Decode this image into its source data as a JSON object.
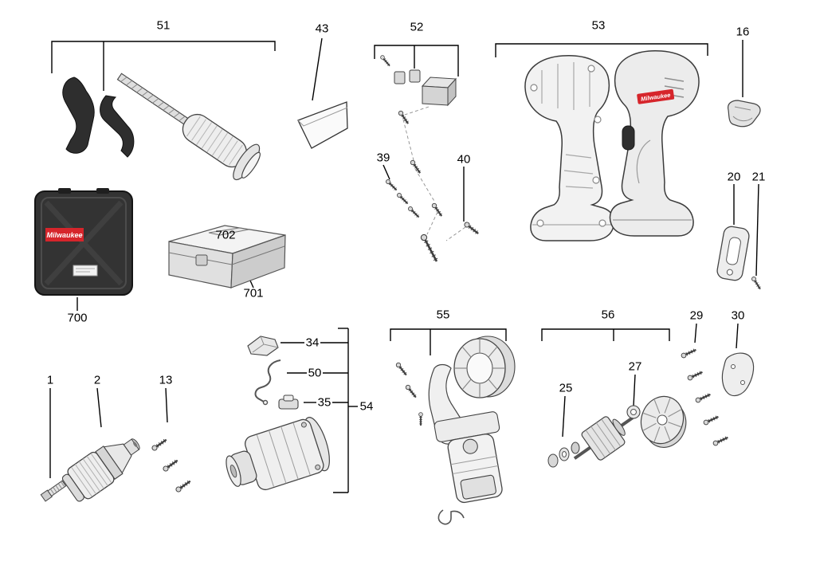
{
  "diagram": {
    "brand_logo": "Milwaukee"
  },
  "labels": {
    "1": "1",
    "2": "2",
    "13": "13",
    "16": "16",
    "20": "20",
    "21": "21",
    "25": "25",
    "27": "27",
    "29": "29",
    "30": "30",
    "34": "34",
    "35": "35",
    "39": "39",
    "40": "40",
    "43": "43",
    "50": "50",
    "51": "51",
    "52": "52",
    "53": "53",
    "54": "54",
    "55": "55",
    "56": "56",
    "700": "700",
    "701": "701",
    "702": "702"
  }
}
